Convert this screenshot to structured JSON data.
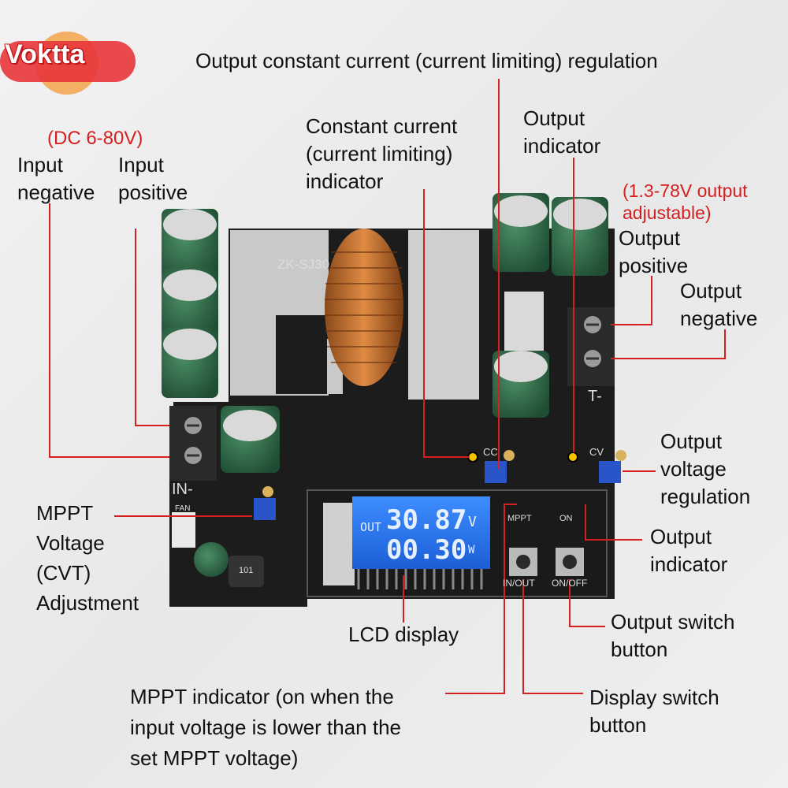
{
  "logo": {
    "text": "Voktta"
  },
  "labels": {
    "out_cc_reg": "Output constant current (current limiting) regulation",
    "dc_range": "(DC 6-80V)",
    "input_negative": "Input\nnegative",
    "input_positive": "Input\npositive",
    "cc_indicator": "Constant current\n(current limiting)\nindicator",
    "output_indicator_top": "Output\nindicator",
    "out_range": "(1.3-78V output\nadjustable)",
    "output_positive": "Output\npositive",
    "output_negative": "Output\nnegative",
    "out_voltage_reg": "Output\nvoltage\nregulation",
    "output_indicator_right": "Output\nindicator",
    "mppt_adjust": "MPPT\nVoltage\n(CVT)\nAdjustment",
    "lcd_display": "LCD display",
    "output_switch": "Output switch\nbutton",
    "display_switch": "Display switch\nbutton",
    "mppt_indicator": "MPPT indicator (on when the\ninput voltage is lower than the\nset MPPT voltage)"
  },
  "board": {
    "model": "ZK-SJ30",
    "in_label": "IN-",
    "out_label": "T-",
    "cc_label": "CC",
    "cv_label": "CV",
    "mppt_label": "MPPT",
    "on_label": "ON",
    "inout_label": "IN/OUT",
    "onoff_label": "ON/OFF",
    "fan_label": "FAN",
    "inductor_mark": "101"
  },
  "lcd": {
    "mode": "OUT",
    "line1_value": "30.87",
    "line1_unit": "V",
    "line2_value": "00.30",
    "line2_unit": "W"
  },
  "colors": {
    "board": "#1c1c1c",
    "lcd": "#2a7fff",
    "label_red": "#d42020",
    "cap_green": "#2d6b48"
  }
}
